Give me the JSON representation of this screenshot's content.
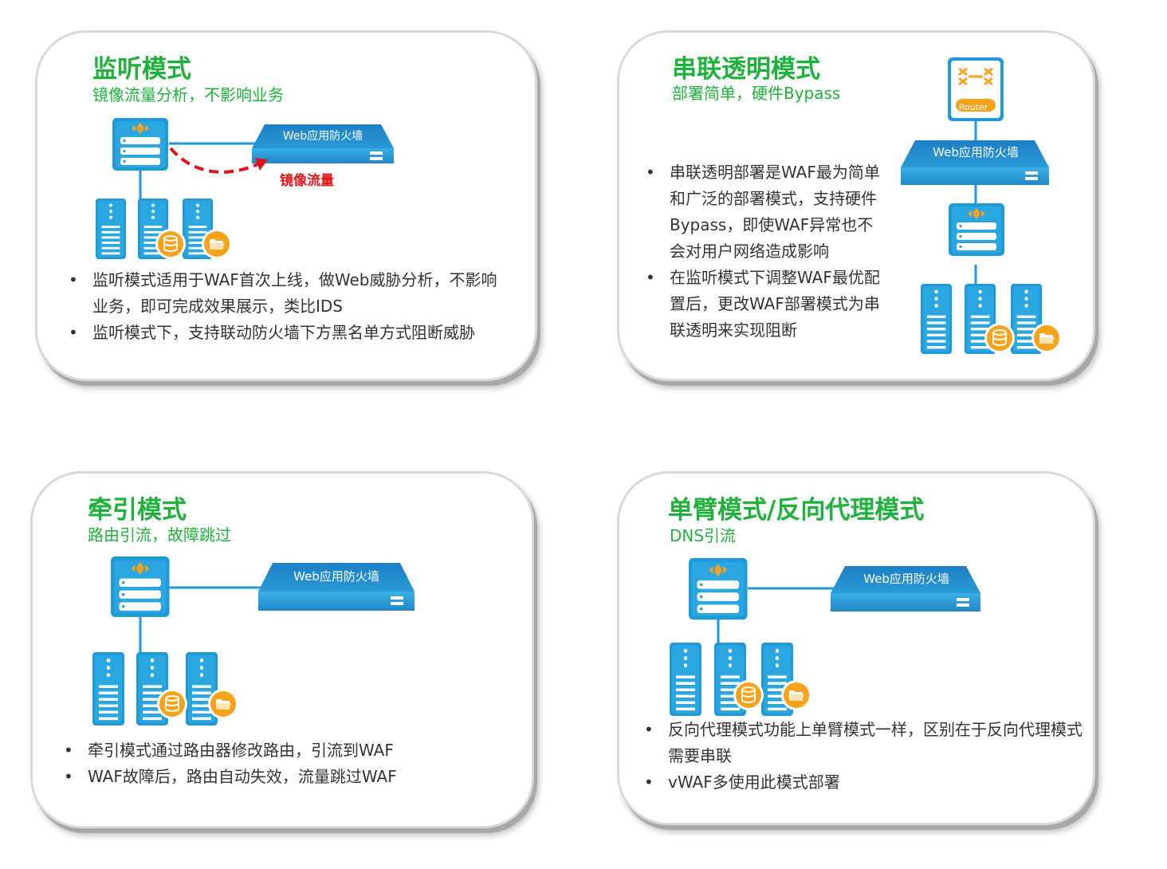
{
  "panels": [
    {
      "title": "监听模式",
      "subtitle": "镜像流量分析，不影响业务",
      "waf_label": "Web应用防火墙",
      "mirror_label": "镜像流量",
      "bullets": [
        "监听模式适用于WAF首次上线，做Web威胁分析，不影响业务，即可完成效果展示，类比IDS",
        "监听模式下，支持联动防火墙下方黑名单方式阻断威胁"
      ]
    },
    {
      "title": "串联透明模式",
      "subtitle": "部署简单，硬件Bypass",
      "waf_label": "Web应用防火墙",
      "router_label": "Router",
      "bullets": [
        "串联透明部署是WAF最为简单和广泛的部署模式，支持硬件Bypass，即使WAF异常也不会对用户网络造成影响",
        "在监听模式下调整WAF最优配置后，更改WAF部署模式为串联透明来实现阻断"
      ]
    },
    {
      "title": "牵引模式",
      "subtitle": "路由引流，故障跳过",
      "waf_label": "Web应用防火墙",
      "bullets": [
        "牵引模式通过路由器修改路由，引流到WAF",
        "WAF故障后，路由自动失效，流量跳过WAF"
      ]
    },
    {
      "title": "单臂模式/反向代理模式",
      "subtitle": "DNS引流",
      "waf_label": "Web应用防火墙",
      "bullets": [
        "反向代理模式功能上单臂模式一样，区别在于反向代理模式需要串联",
        "vWAF多使用此模式部署"
      ]
    }
  ],
  "colors": {
    "title_green": "#1fb23b",
    "device_blue": "#1f9ad6",
    "mirror_red": "#e0151b",
    "badge_orange": "#f7a21b"
  }
}
